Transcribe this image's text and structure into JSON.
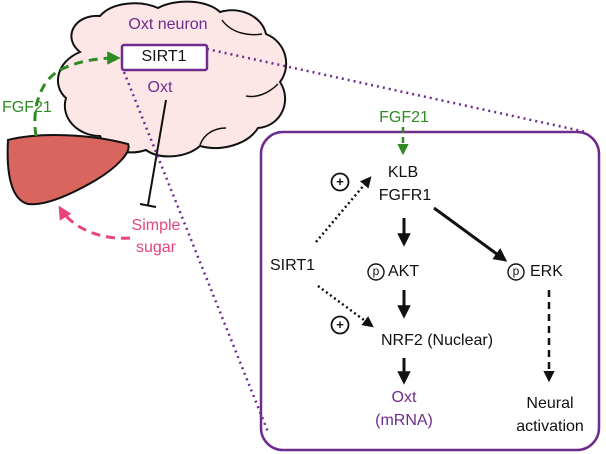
{
  "brain": {
    "neuron_label": "Oxt neuron",
    "sirt1_label": "SIRT1",
    "oxt_label": "Oxt"
  },
  "liver_side": {
    "fgf21_label": "FGF21",
    "simple_sugar_line1": "Simple",
    "simple_sugar_line2": "sugar"
  },
  "inset": {
    "fgf21_label": "FGF21",
    "klb_label": "KLB",
    "fgfr1_label": "FGFR1",
    "sirt1_label": "SIRT1",
    "plus_symbol": "+",
    "p_symbol": "p",
    "akt_label": "AKT",
    "erk_label": "ERK",
    "nrf2_label": "NRF2 (Nuclear)",
    "oxt_line1": "Oxt",
    "oxt_line2": "(mRNA)",
    "neural_line1": "Neural",
    "neural_line2": "activation"
  },
  "colors": {
    "purple": "#6e2c8e",
    "green": "#2e8b22",
    "pink": "#e8437e",
    "brain_fill": "#fde6e6",
    "liver_fill": "#d9655f"
  }
}
